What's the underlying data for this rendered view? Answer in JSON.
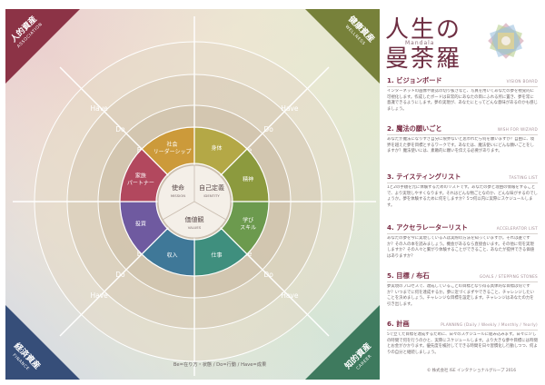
{
  "title_line1": "人生の",
  "title_line2": "曼荼羅",
  "subtitle": "Mandala",
  "corners": {
    "top_left": {
      "label": "人的資産",
      "sub": "ASSOCIATION",
      "color": "#8c3346"
    },
    "top_right": {
      "label": "健康資産",
      "sub": "WELLNESS",
      "color": "#77813a"
    },
    "bottom_left": {
      "label": "経済資産",
      "sub": "FINANCE",
      "color": "#364e79"
    },
    "bottom_right": {
      "label": "知的資産",
      "sub": "CAREER",
      "color": "#3e7a5e"
    }
  },
  "ring_words": {
    "have": "Have",
    "do": "Do",
    "be": "Be"
  },
  "segments": [
    {
      "label": "社会\nリーダーシップ",
      "color": "#cc9a3a"
    },
    {
      "label": "身体",
      "color": "#b4a846"
    },
    {
      "label": "精神",
      "color": "#8c9a3e"
    },
    {
      "label": "学び\nスキル",
      "color": "#6c9a4e"
    },
    {
      "label": "仕事",
      "color": "#3f8f7e"
    },
    {
      "label": "収入",
      "color": "#3f7898"
    },
    {
      "label": "投資",
      "color": "#6f5aa0"
    },
    {
      "label": "家族\nパートナー",
      "color": "#b2485e"
    }
  ],
  "center": {
    "mission": "使命",
    "mission_en": "MISSION",
    "identity": "自己定義",
    "identity_en": "IDENTITY",
    "values": "価値観",
    "values_en": "VALUES"
  },
  "footnote": "Be=在り方・状態 / Do=行動 / Have=成果",
  "sections": [
    {
      "num": "1.",
      "title": "ビジョンボード",
      "tag": "VISION BOARD",
      "body": "インターネットの画像や雑誌の切り抜きなど、写真を用いてあなたの夢を視覚的に可視化します。作成したボードは日常的にあなたの目にふれる所に置き、夢を常に意識できるようにします。夢の実現が、あなたにとってどんな意味があるのかも感じましょう。"
    },
    {
      "num": "2.",
      "title": "魔法の願いごと",
      "tag": "WISH FOR WIZARD",
      "body": "あなたが魔法になりすぎ自分に限界ないと思われたら何を願いますか？自由に、境界を越えた夢を目標とするワークです。あなたは、魔法使いにどんな願いごとをしますか？魔法使いには、素敵的に願いを伝える必要があります。"
    },
    {
      "num": "3.",
      "title": "テイスティングリスト",
      "tag": "TASTING LIST",
      "body": "1と2の手順を元に体験するためのリストです。あなたの夢と理由の情報をすることで、より実現しやすくなります。それはどんな物ごとなのか、どんな味がするのでしょうか。夢を体験するために何をしますか？5つ何以内に実際にスケジュールします。"
    },
    {
      "num": "4.",
      "title": "アクセラレーターリスト",
      "tag": "ACCELERATOR LIST",
      "body": "あなたの夢を今に実現している人は実際の方法を知っていますか。それは誰ですか？その人の本を読みましょう。機会があるなら直接会います。その他に何を実現しますか？その人々と繋がり体験することができること、あなたが提供できる価値はありますか？"
    },
    {
      "num": "5.",
      "title": "目標 / 布石",
      "tag": "GOALS / STEPPING STONES",
      "body": "夢実現のプロセスで、達成していることの目標となり得る具体的な目標は何ですか？いつまでに何を達成するか。夢に近づくまずやできること、チャレンジしたいことを決めましょう。チャレンジな目標を設定します。チャレンジはあなたの力を引き出します。"
    },
    {
      "num": "6.",
      "title": "計画",
      "tag": "PLANNING (Daily / Weekly / Monthly / Yearly)",
      "body": "5で立てた目標を達成するために、日々のスケジュールに組み込みます。日々に少しの時間で何を行うのかと、実際にスケジュールします。より大きな夢や目標には時間とお金がかかります。優先度を検討してできる時間を日々習慣化し行動しつつ、何よりの自分と継続しましょう。"
    }
  ],
  "copyright": "© 株式会社 ISE インタナショナルグループ 2016"
}
